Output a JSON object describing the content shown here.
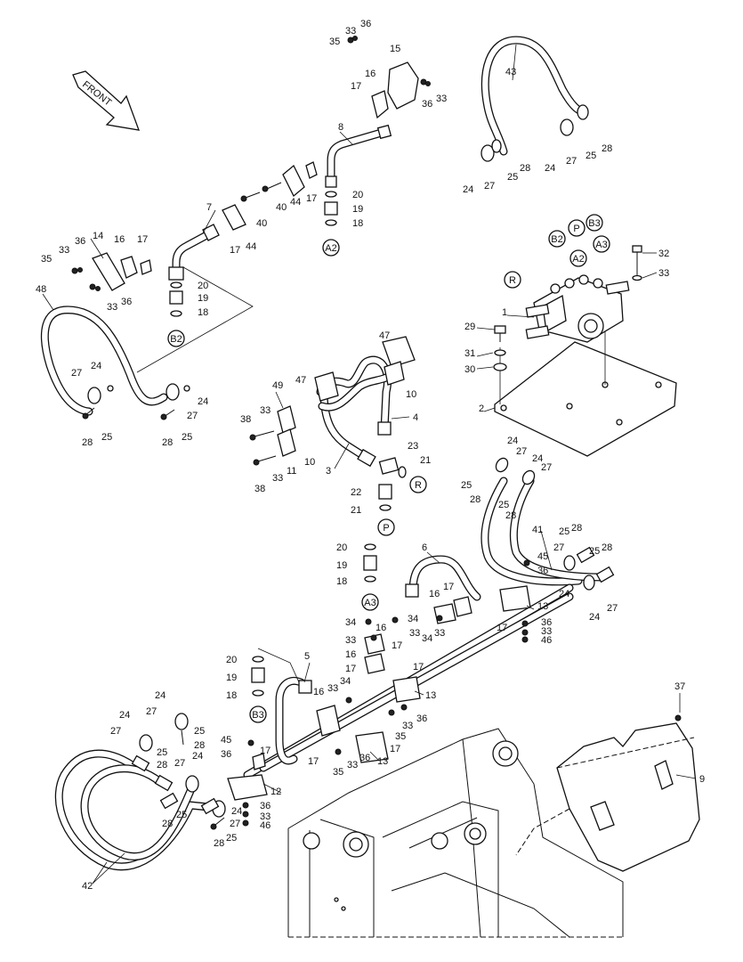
{
  "front_label": "FRONT",
  "callouts": {
    "R": "R",
    "P": "P",
    "A2": "A2",
    "A3": "A3",
    "B2": "B2",
    "B3": "B3"
  },
  "part_numbers": {
    "n1": "1",
    "n2": "2",
    "n3": "3",
    "n4": "4",
    "n5": "5",
    "n6": "6",
    "n7": "7",
    "n8": "8",
    "n9": "9",
    "n10": "10",
    "n11": "11",
    "n12": "12",
    "n13": "13",
    "n14": "14",
    "n15": "15",
    "n16": "16",
    "n17": "17",
    "n18": "18",
    "n19": "19",
    "n20": "20",
    "n21": "21",
    "n22": "22",
    "n23": "23",
    "n24": "24",
    "n25": "25",
    "n27": "27",
    "n28": "28",
    "n29": "29",
    "n30": "30",
    "n31": "31",
    "n32": "32",
    "n33": "33",
    "n34": "34",
    "n35": "35",
    "n36": "36",
    "n37": "37",
    "n38": "38",
    "n40": "40",
    "n41": "41",
    "n42": "42",
    "n43": "43",
    "n44": "44",
    "n45": "45",
    "n46": "46",
    "n47": "47",
    "n48": "48",
    "n49": "49"
  }
}
